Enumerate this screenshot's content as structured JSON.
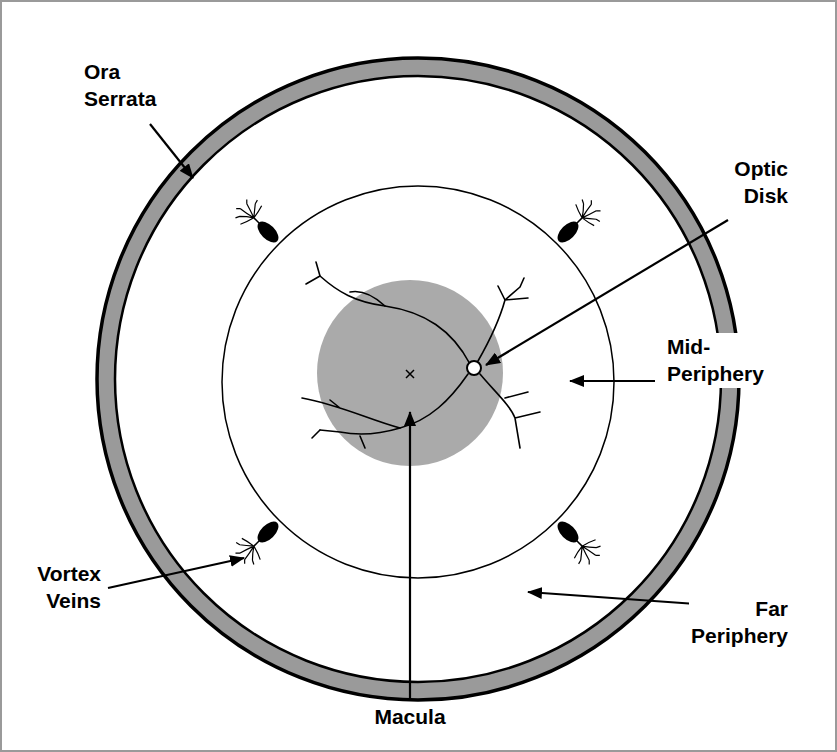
{
  "diagram": {
    "labels": [
      "Ora Serrata",
      "Optic Disk",
      "Mid- Periphery",
      "Far Periphery",
      "Vortex Veins",
      "Macula"
    ]
  }
}
